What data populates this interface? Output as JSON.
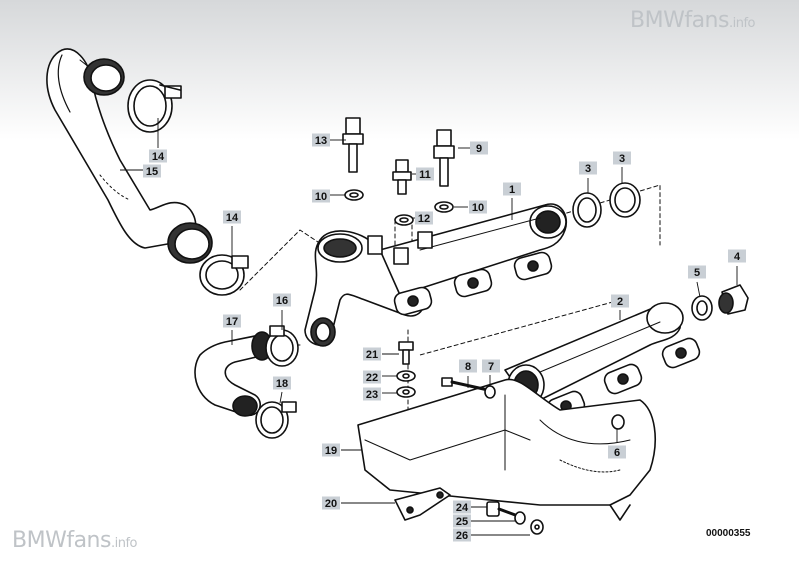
{
  "watermark": {
    "top_brand": "BMWfans",
    "top_suffix": ".info",
    "bottom_brand": "BMWfans",
    "bottom_suffix": ".info"
  },
  "diagram_id": "00000355",
  "callouts": [
    {
      "id": "c14a",
      "number": "14"
    },
    {
      "id": "c15",
      "number": "15"
    },
    {
      "id": "c14b",
      "number": "14"
    },
    {
      "id": "c13",
      "number": "13"
    },
    {
      "id": "c10a",
      "number": "10"
    },
    {
      "id": "c11",
      "number": "11"
    },
    {
      "id": "c12",
      "number": "12"
    },
    {
      "id": "c9",
      "number": "9"
    },
    {
      "id": "c10b",
      "number": "10"
    },
    {
      "id": "c1",
      "number": "1"
    },
    {
      "id": "c3a",
      "number": "3"
    },
    {
      "id": "c3b",
      "number": "3"
    },
    {
      "id": "c4",
      "number": "4"
    },
    {
      "id": "c5",
      "number": "5"
    },
    {
      "id": "c2",
      "number": "2"
    },
    {
      "id": "c16",
      "number": "16"
    },
    {
      "id": "c17",
      "number": "17"
    },
    {
      "id": "c18",
      "number": "18"
    },
    {
      "id": "c21",
      "number": "21"
    },
    {
      "id": "c22",
      "number": "22"
    },
    {
      "id": "c23",
      "number": "23"
    },
    {
      "id": "c8",
      "number": "8"
    },
    {
      "id": "c7",
      "number": "7"
    },
    {
      "id": "c19",
      "number": "19"
    },
    {
      "id": "c6",
      "number": "6"
    },
    {
      "id": "c20",
      "number": "20"
    },
    {
      "id": "c24",
      "number": "24"
    },
    {
      "id": "c25",
      "number": "25"
    },
    {
      "id": "c26",
      "number": "26"
    }
  ]
}
